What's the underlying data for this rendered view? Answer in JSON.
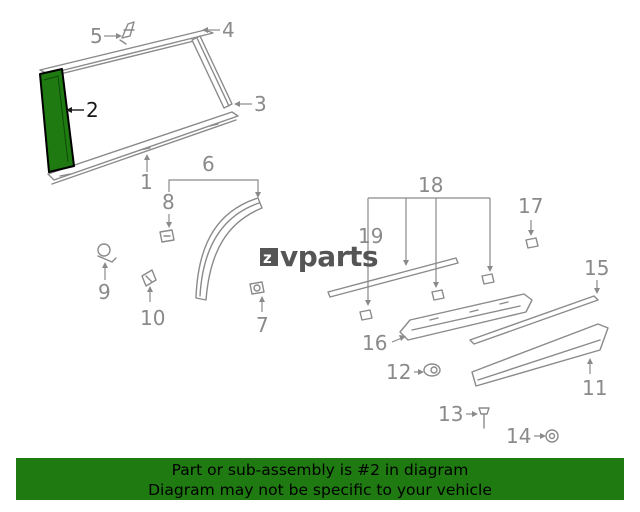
{
  "watermark": {
    "text": "vparts",
    "logo_glyph": "z"
  },
  "highlight_color": "#1f7a12",
  "callouts": [
    {
      "id": "1",
      "label": "1"
    },
    {
      "id": "2",
      "label": "2"
    },
    {
      "id": "3",
      "label": "3"
    },
    {
      "id": "4",
      "label": "4"
    },
    {
      "id": "5",
      "label": "5"
    },
    {
      "id": "6",
      "label": "6"
    },
    {
      "id": "7",
      "label": "7"
    },
    {
      "id": "8",
      "label": "8"
    },
    {
      "id": "9",
      "label": "9"
    },
    {
      "id": "10",
      "label": "10"
    },
    {
      "id": "11",
      "label": "11"
    },
    {
      "id": "12",
      "label": "12"
    },
    {
      "id": "13",
      "label": "13"
    },
    {
      "id": "14",
      "label": "14"
    },
    {
      "id": "15",
      "label": "15"
    },
    {
      "id": "16",
      "label": "16"
    },
    {
      "id": "17",
      "label": "17"
    },
    {
      "id": "18",
      "label": "18"
    },
    {
      "id": "19",
      "label": "19"
    }
  ],
  "banner": {
    "line1": "Part or sub-assembly is #2 in diagram",
    "line2": "Diagram may not be specific to your vehicle"
  }
}
